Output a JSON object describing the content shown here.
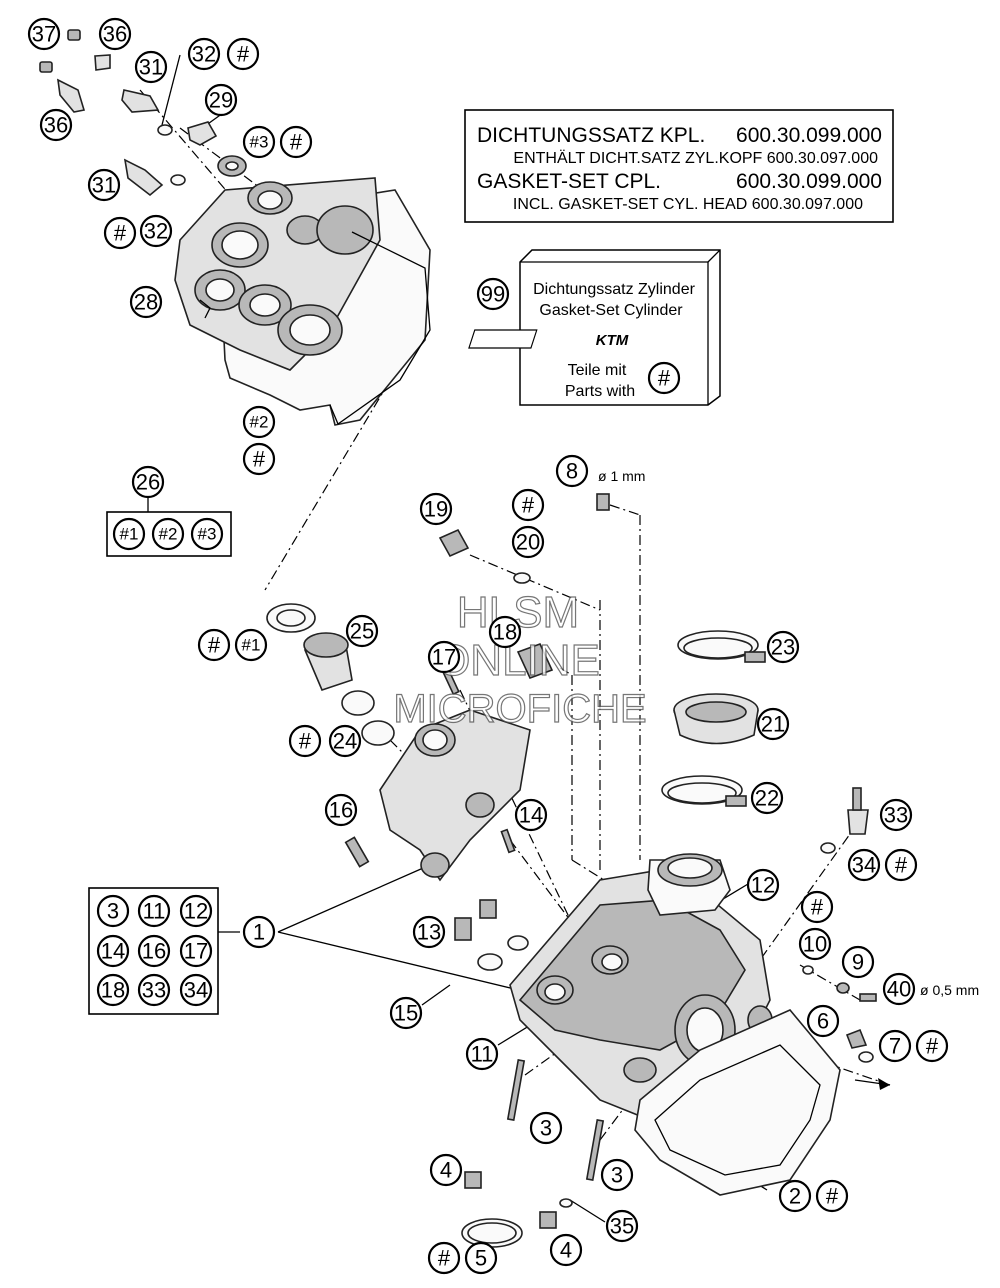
{
  "gasket_box": {
    "line1_label": "DICHTUNGSSATZ KPL.",
    "line1_number": "600.30.099.000",
    "line2": "ENTHÄLT DICHT.SATZ ZYL.KOPF 600.30.097.000",
    "line3_label": "GASKET-SET CPL.",
    "line3_number": "600.30.099.000",
    "line4": "INCL. GASKET-SET CYL. HEAD 600.30.097.000"
  },
  "cylinder_box": {
    "line1": "Dichtungssatz Zylinder",
    "line2": "Gasket-Set Cylinder",
    "logo": "KTM",
    "line3": "Teile mit",
    "line4": "Parts with",
    "symbol": "#",
    "number": "99"
  },
  "notes": {
    "diameter_1": "ø 1 mm",
    "diameter_05": "ø 0,5 mm"
  },
  "watermark": {
    "line1": "HLSM",
    "line2": "ONLINE",
    "line3": "MICROFICHE"
  },
  "callouts": [
    {
      "id": "c37",
      "text": "37"
    },
    {
      "id": "c36a",
      "text": "36"
    },
    {
      "id": "c36b",
      "text": "36"
    },
    {
      "id": "c31a",
      "text": "31"
    },
    {
      "id": "c32a",
      "text": "32"
    },
    {
      "id": "c32a-hash",
      "text": "#"
    },
    {
      "id": "c29",
      "text": "29"
    },
    {
      "id": "c3hash",
      "text": "#3"
    },
    {
      "id": "c3hash-hash",
      "text": "#"
    },
    {
      "id": "c31b",
      "text": "31"
    },
    {
      "id": "c32b-hash",
      "text": "#"
    },
    {
      "id": "c32b",
      "text": "32"
    },
    {
      "id": "c28",
      "text": "28"
    },
    {
      "id": "c2hash",
      "text": "#2"
    },
    {
      "id": "c2hash-hash",
      "text": "#"
    },
    {
      "id": "c26",
      "text": "26"
    },
    {
      "id": "k1",
      "text": "#1"
    },
    {
      "id": "k2",
      "text": "#2"
    },
    {
      "id": "k3",
      "text": "#3"
    },
    {
      "id": "c8",
      "text": "8"
    },
    {
      "id": "c19",
      "text": "19"
    },
    {
      "id": "c20-hash",
      "text": "#"
    },
    {
      "id": "c20",
      "text": "20"
    },
    {
      "id": "c25",
      "text": "25"
    },
    {
      "id": "c1hash-hash",
      "text": "#"
    },
    {
      "id": "c1hash",
      "text": "#1"
    },
    {
      "id": "c18",
      "text": "18"
    },
    {
      "id": "c17",
      "text": "17"
    },
    {
      "id": "c23",
      "text": "23"
    },
    {
      "id": "c24-hash",
      "text": "#"
    },
    {
      "id": "c24",
      "text": "24"
    },
    {
      "id": "c21",
      "text": "21"
    },
    {
      "id": "c16",
      "text": "16"
    },
    {
      "id": "c14",
      "text": "14"
    },
    {
      "id": "c22",
      "text": "22"
    },
    {
      "id": "c33",
      "text": "33"
    },
    {
      "id": "c34",
      "text": "34"
    },
    {
      "id": "c34-hash",
      "text": "#"
    },
    {
      "id": "c12",
      "text": "12"
    },
    {
      "id": "c1",
      "text": "1"
    },
    {
      "id": "k3b",
      "text": "3"
    },
    {
      "id": "k11",
      "text": "11"
    },
    {
      "id": "k12",
      "text": "12"
    },
    {
      "id": "k14",
      "text": "14"
    },
    {
      "id": "k16",
      "text": "16"
    },
    {
      "id": "k17",
      "text": "17"
    },
    {
      "id": "k18",
      "text": "18"
    },
    {
      "id": "k33",
      "text": "33"
    },
    {
      "id": "k34",
      "text": "34"
    },
    {
      "id": "c13",
      "text": "13"
    },
    {
      "id": "c10-hash",
      "text": "#"
    },
    {
      "id": "c10",
      "text": "10"
    },
    {
      "id": "c9",
      "text": "9"
    },
    {
      "id": "c40",
      "text": "40"
    },
    {
      "id": "c15",
      "text": "15"
    },
    {
      "id": "c6",
      "text": "6"
    },
    {
      "id": "c7",
      "text": "7"
    },
    {
      "id": "c7-hash",
      "text": "#"
    },
    {
      "id": "c11",
      "text": "11"
    },
    {
      "id": "c3a",
      "text": "3"
    },
    {
      "id": "c3b",
      "text": "3"
    },
    {
      "id": "c4a",
      "text": "4"
    },
    {
      "id": "c2",
      "text": "2"
    },
    {
      "id": "c2-hash",
      "text": "#"
    },
    {
      "id": "c35",
      "text": "35"
    },
    {
      "id": "c5-hash",
      "text": "#"
    },
    {
      "id": "c5",
      "text": "5"
    },
    {
      "id": "c4b",
      "text": "4"
    }
  ]
}
